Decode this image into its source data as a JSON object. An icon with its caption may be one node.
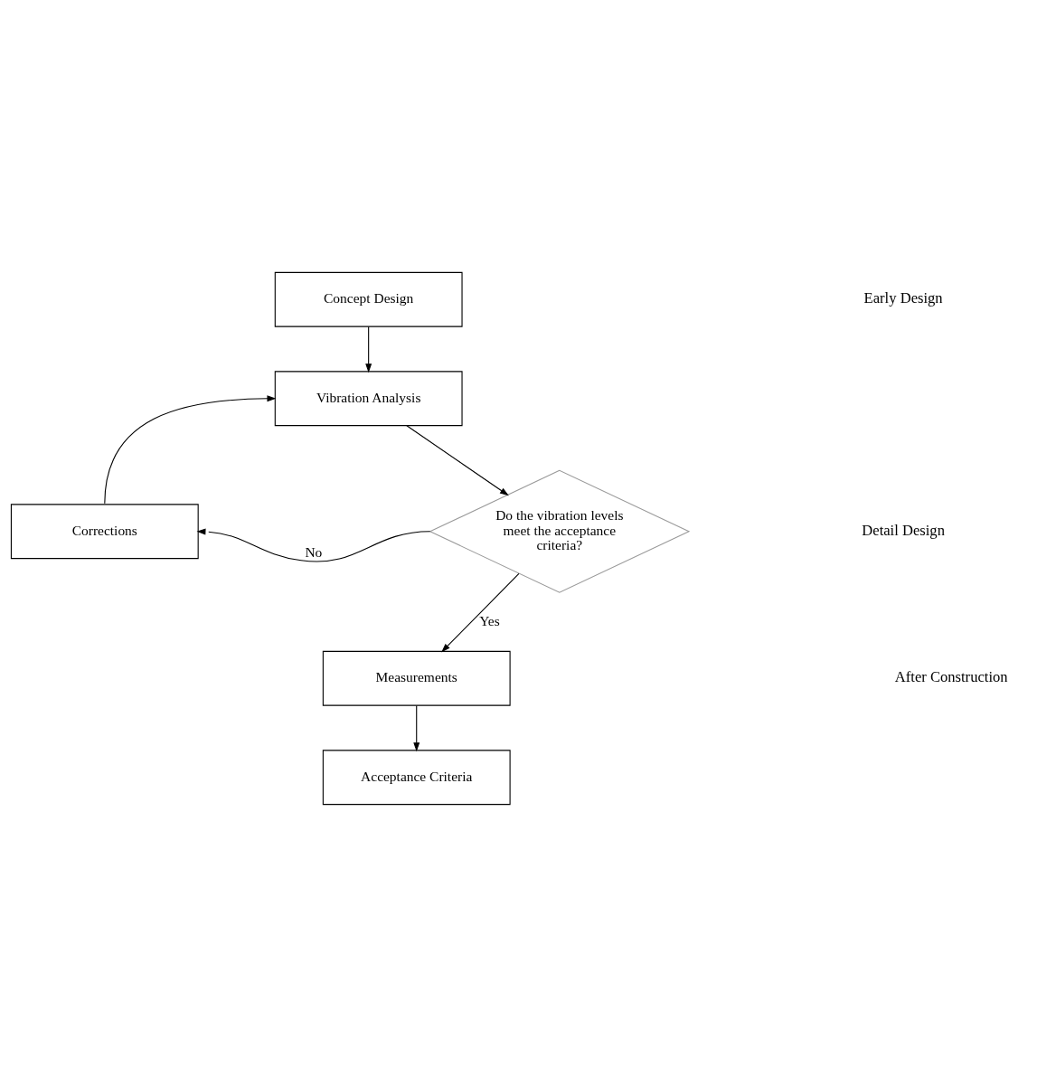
{
  "diagram": {
    "nodes": [
      {
        "text": [
          "Concept Design"
        ]
      },
      {
        "text": [
          "Vibration Analysis"
        ]
      },
      {
        "text": [
          "Corrections"
        ]
      },
      {
        "text": [
          "Do the vibration levels meet the acceptance criteria?"
        ]
      },
      {
        "text": [
          "Measurements"
        ]
      },
      {
        "text": [
          "Acceptance Criteria"
        ]
      }
    ],
    "edges": [
      {
        "from": 0,
        "to": 1,
        "arrow": "to"
      },
      {
        "from": 1,
        "to": 3,
        "arrow": "to"
      },
      {
        "from": 3,
        "to": 2,
        "arrow": "to",
        "label": "No"
      },
      {
        "from": 2,
        "to": 1,
        "arrow": "to"
      },
      {
        "from": 3,
        "to": 4,
        "arrow": "to",
        "label": "Yes"
      },
      {
        "from": 4,
        "to": 5,
        "arrow": "to"
      }
    ],
    "labels": [
      "Early Design",
      "Detail Design",
      "After Construction"
    ]
  }
}
